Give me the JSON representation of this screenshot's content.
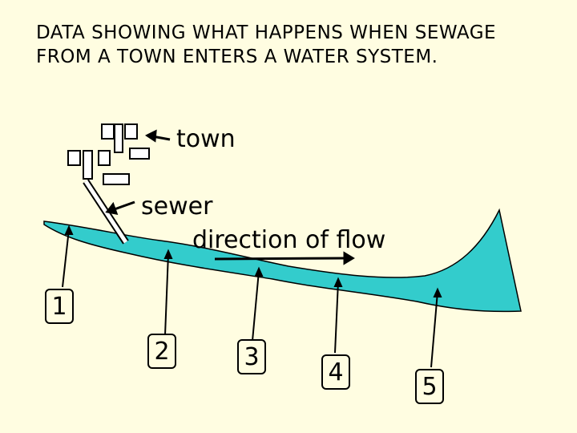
{
  "title": {
    "line1": "DATA SHOWING WHAT HAPPENS WHEN SEWAGE",
    "line2": "FROM A TOWN ENTERS A WATER SYSTEM."
  },
  "labels": {
    "town": "town",
    "sewer": "sewer",
    "flow": "direction of flow"
  },
  "sites": [
    "1",
    "2",
    "3",
    "4",
    "5"
  ],
  "colors": {
    "background": "#fffde1",
    "water": "#33cccc"
  }
}
